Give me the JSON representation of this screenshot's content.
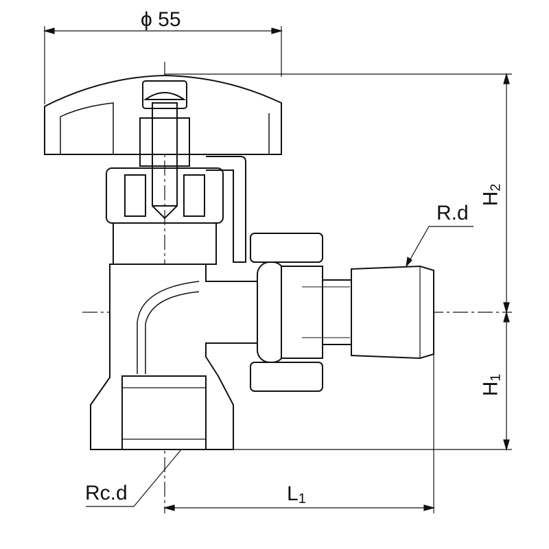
{
  "title": "Angle valve dimension drawing",
  "dimensions": {
    "diameter_label": "ϕ 55",
    "h2_main": "H",
    "h2_sub": "2",
    "h1_main": "H",
    "h1_sub": "1",
    "l1_main": "L",
    "l1_sub": "1"
  },
  "threads": {
    "outlet_label": "R.d",
    "inlet_label": "Rc.d"
  },
  "colors": {
    "line": "#111111",
    "fill": "#ffffff"
  }
}
